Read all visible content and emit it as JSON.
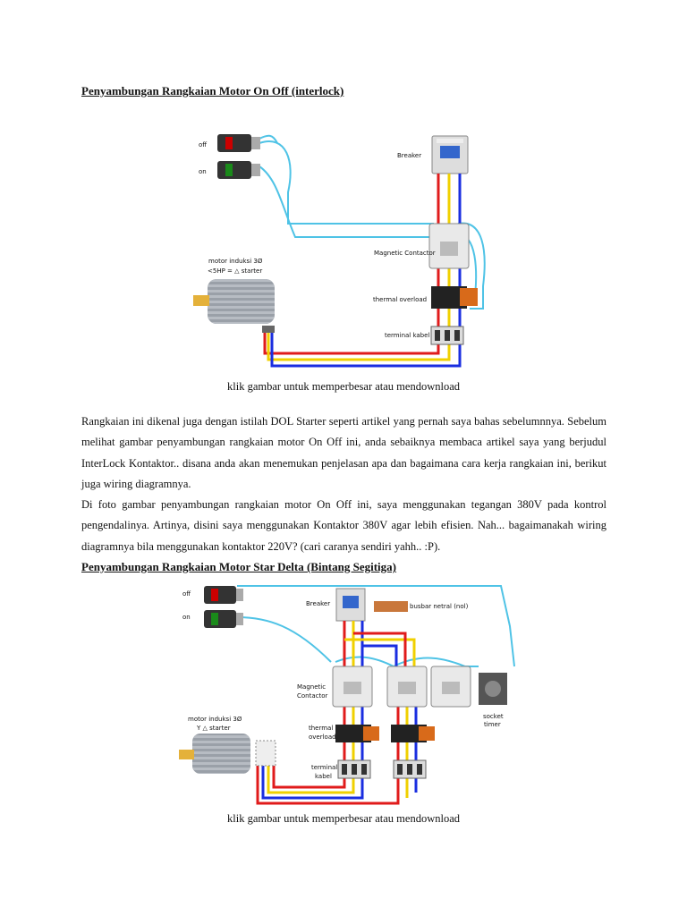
{
  "section1": {
    "heading": "Penyambungan Rangkaian Motor On Off (interlock)",
    "diagram": {
      "off": "off",
      "on": "on",
      "breaker": "Breaker",
      "magnetic_contactor": "Magnetic Contactor",
      "thermal_overload": "thermal overload",
      "terminal_kabel": "terminal kabel",
      "motor_line1": "motor induksi 3Ø",
      "motor_line2": "<5HP = △ starter"
    },
    "caption": "klik gambar untuk memperbesar atau mendownload"
  },
  "paragraph1": "Rangkaian ini dikenal juga dengan istilah DOL Starter seperti artikel yang pernah saya bahas sebelumnnya. Sebelum melihat gambar penyambungan rangkaian motor On Off ini, anda sebaiknya membaca artikel saya yang berjudul InterLock Kontaktor.. disana anda akan menemukan penjelasan apa dan bagaimana cara kerja rangkaian ini, berikut juga wiring diagramnya.",
  "paragraph2": "Di foto gambar penyambungan rangkaian motor On Off ini, saya menggunakan tegangan 380V pada kontrol pengendalinya. Artinya, disini saya menggunakan Kontaktor 380V agar lebih efisien. Nah... bagaimanakah wiring diagramnya bila menggunakan kontaktor 220V? (cari caranya sendiri yahh.. :P).",
  "section2": {
    "heading": "Penyambungan Rangkaian Motor Star Delta (Bintang Segitiga)",
    "diagram": {
      "off": "off",
      "on": "on",
      "breaker": "Breaker",
      "busbar": "busbar netral (nol)",
      "magnetic_contactor_1": "Magnetic",
      "magnetic_contactor_2": "Contactor",
      "thermal_1": "thermal",
      "thermal_2": "overload",
      "terminal_1": "terminal",
      "terminal_2": "kabel",
      "socket_1": "socket",
      "socket_2": "timer",
      "motor_line1": "motor induksi 3Ø",
      "motor_line2": "Y △ starter"
    },
    "caption": "klik gambar untuk memperbesar atau mendownload"
  },
  "colors": {
    "wire_red": "#e01b1b",
    "wire_yellow": "#f0d000",
    "wire_blue": "#1a2ee0",
    "wire_cyan": "#4fc3e6"
  }
}
